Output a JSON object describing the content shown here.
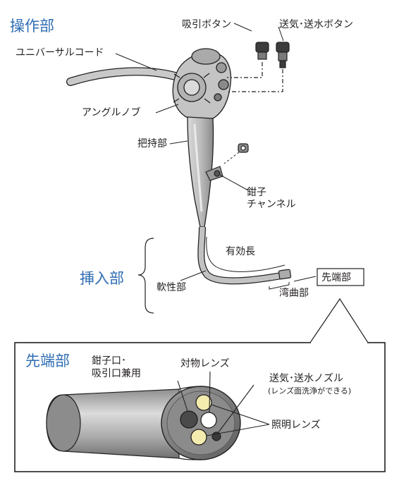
{
  "colors": {
    "section_heading": "#2e6db3",
    "line": "#231f20",
    "body_gray": "#b9b9b9",
    "lens_yellow": "#f3ecae",
    "channel_dark": "#4a4a4a"
  },
  "sections": {
    "operation": "操作部",
    "insertion": "挿入部",
    "tip_detail": "先端部"
  },
  "labels": {
    "suction_button": "吸引ボタン",
    "air_water_button": "送気･送水ボタン",
    "universal_cord": "ユニバーサルコード",
    "angle_knob": "アングルノブ",
    "grip": "把持部",
    "forceps_channel_1": "鉗子",
    "forceps_channel_2": "チャンネル",
    "working_length": "有効長",
    "flexible_part": "軟性部",
    "tip_box": "先端部",
    "bending_section": "湾曲部"
  },
  "tip_labels": {
    "forceps_port_1": "鉗子口･",
    "forceps_port_2": "吸引口兼用",
    "objective_lens": "対物レンズ",
    "nozzle": "送気･送水ノズル",
    "nozzle_note": "(レンズ面洗浄ができる)",
    "light_lens": "照明レンズ"
  }
}
